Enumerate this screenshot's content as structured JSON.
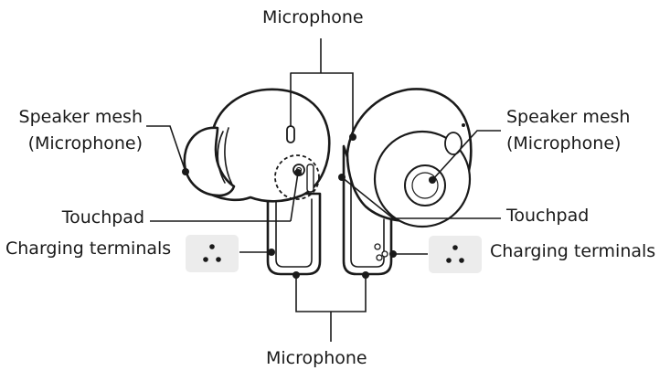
{
  "labels": {
    "top_microphone": "Microphone",
    "bottom_microphone": "Microphone",
    "left_speaker_mesh_line1": "Speaker mesh",
    "left_speaker_mesh_line2": "(Microphone)",
    "right_speaker_mesh_line1": "Speaker mesh",
    "right_speaker_mesh_line2": "(Microphone)",
    "left_touchpad": "Touchpad",
    "right_touchpad": "Touchpad",
    "left_charging_terminals": "Charging terminals",
    "right_charging_terminals": "Charging terminals"
  },
  "icons": [
    "left-earbud-icon",
    "right-earbud-icon",
    "charging-terminals-icon"
  ]
}
